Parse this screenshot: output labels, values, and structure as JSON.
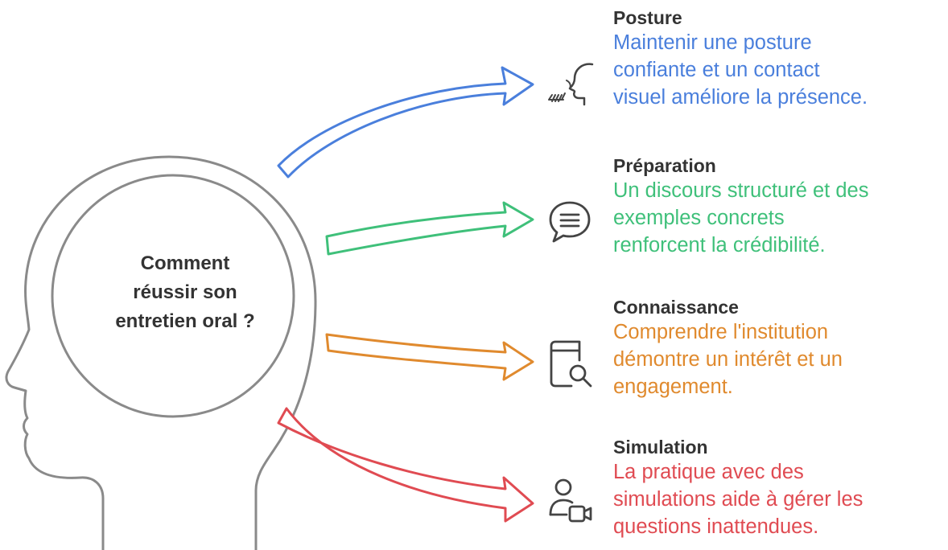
{
  "center": {
    "lines": [
      "Comment",
      "réussir son",
      "entretien oral ?"
    ]
  },
  "colors": {
    "outline": "#8a8a8a",
    "text_dark": "#333333",
    "blue": "#4a7fdc",
    "green": "#3fc07a",
    "orange": "#e08a2e",
    "red": "#e04b52"
  },
  "items": [
    {
      "title": "Posture",
      "lines": [
        "Maintenir une posture",
        "confiante et un contact",
        "visuel améliore la présence."
      ],
      "color": "#4a7fdc",
      "icon": "talking-head-icon"
    },
    {
      "title": "Préparation",
      "lines": [
        "Un discours structuré et des",
        "exemples concrets",
        "renforcent la crédibilité."
      ],
      "color": "#3fc07a",
      "icon": "speech-bubble-icon"
    },
    {
      "title": "Connaissance",
      "lines": [
        "Comprendre l'institution",
        "démontre un intérêt et un",
        "engagement."
      ],
      "color": "#e08a2e",
      "icon": "book-search-icon"
    },
    {
      "title": "Simulation",
      "lines": [
        "La pratique avec des",
        "simulations aide à gérer les",
        "questions inattendues."
      ],
      "color": "#e04b52",
      "icon": "user-video-icon"
    }
  ]
}
